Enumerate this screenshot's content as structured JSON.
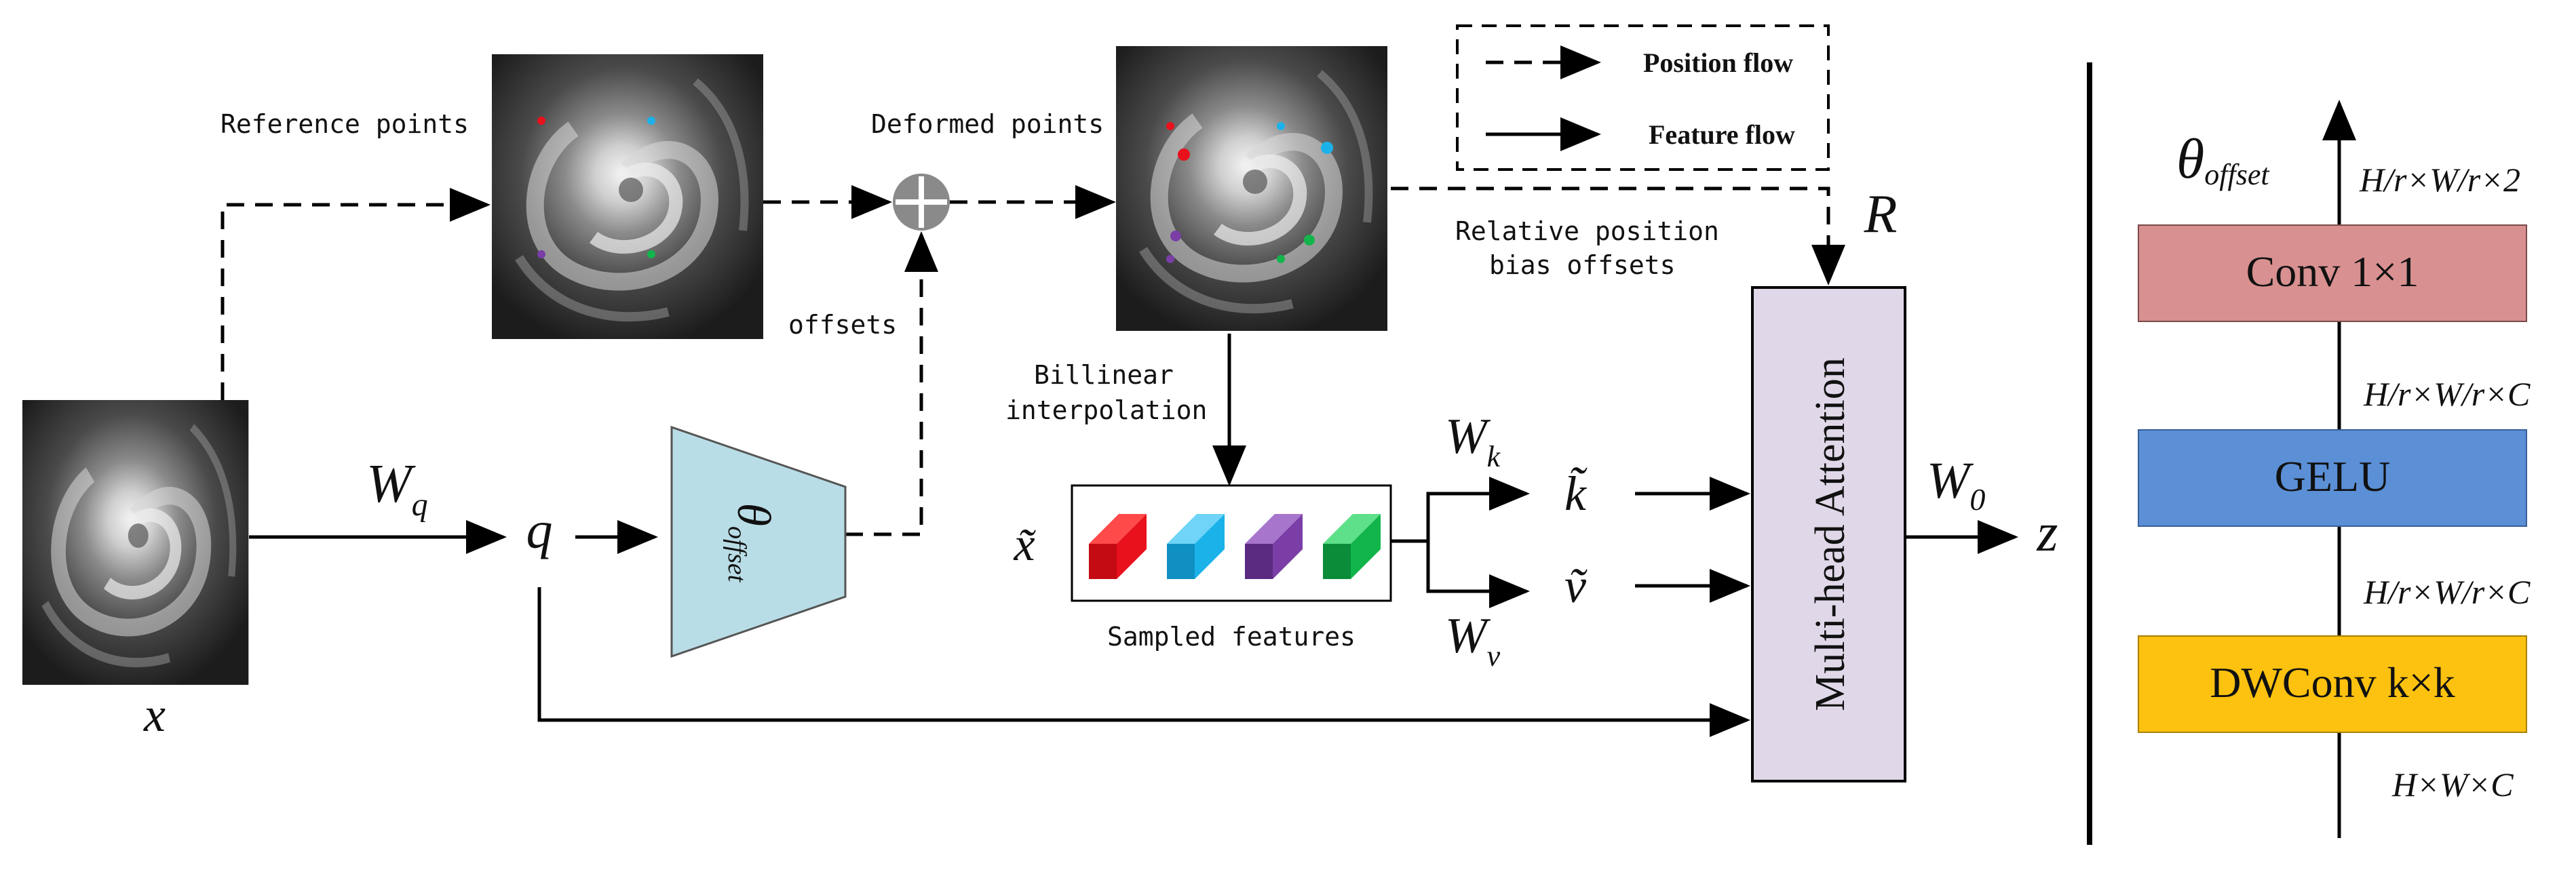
{
  "diagram": {
    "input_label": "x",
    "wq_label": "W",
    "wq_sub": "q",
    "q_label": "q",
    "reference_points_label": "Reference points",
    "deformed_points_label": "Deformed points",
    "offsets_label": "offsets",
    "offset_net_label": "θ",
    "offset_net_sub": "offset",
    "bilinear_label_1": "Billinear",
    "bilinear_label_2": "interpolation",
    "x_tilde_label": "x̃",
    "sampled_features_label": "Sampled features",
    "wk_label": "W",
    "wk_sub": "k",
    "wv_label": "W",
    "wv_sub": "v",
    "k_tilde_label": "k̃",
    "v_tilde_label": "ṽ",
    "attention_label": "Multi-head Attention",
    "w0_label": "W",
    "w0_sub": "0",
    "z_label": "z",
    "r_label": "R",
    "rel_pos_label_1": "Relative position",
    "rel_pos_label_2": "bias offsets",
    "legend": {
      "position_flow": "Position flow",
      "feature_flow": "Feature flow"
    }
  },
  "offset_network": {
    "theta_label": "θ",
    "theta_sub": "offset",
    "conv_label": "Conv 1×1",
    "gelu_label": "GELU",
    "dwconv_label": "DWConv k×k",
    "dim_top": "H/r×W/r×2",
    "dim_mid_1": "H/r×W/r×C",
    "dim_mid_2": "H/r×W/r×C",
    "dim_bottom": "H×W×C"
  },
  "colors": {
    "offset_trapezoid": "#b9dde6",
    "attention_box": "#e0d8e9",
    "conv_box": "#d89090",
    "gelu_box": "#5b8fd6",
    "dwconv_box": "#fdc20f",
    "feature_red": "#e8111c",
    "feature_blue": "#1bb2ea",
    "feature_purple": "#7a3ea6",
    "feature_green": "#11b54b",
    "plus_circle": "#8a8a8a"
  }
}
